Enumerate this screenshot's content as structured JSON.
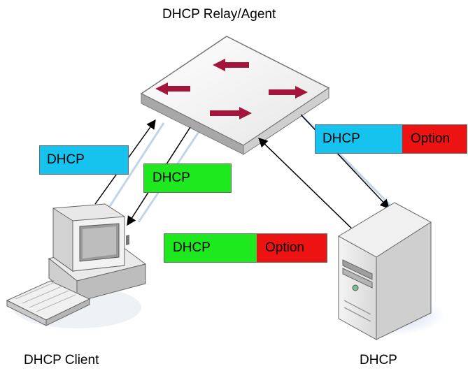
{
  "labels": {
    "relay": "DHCP Relay/Agent",
    "client": "DHCP Client",
    "server": "DHCP"
  },
  "packets": {
    "client_request": {
      "body": "DHCP"
    },
    "relay_reply": {
      "body": "DHCP"
    },
    "relay_to_server": {
      "body": "DHCP",
      "option": "Option"
    },
    "server_reply": {
      "body": "DHCP",
      "option": "Option"
    }
  },
  "colors": {
    "client_request": "#15c3ee",
    "relay_reply": "#1ee81e",
    "option": "#ee1313",
    "switch_arrows": "#a3153a"
  },
  "icons": [
    "switch-icon",
    "desktop-computer-icon",
    "server-tower-icon"
  ]
}
